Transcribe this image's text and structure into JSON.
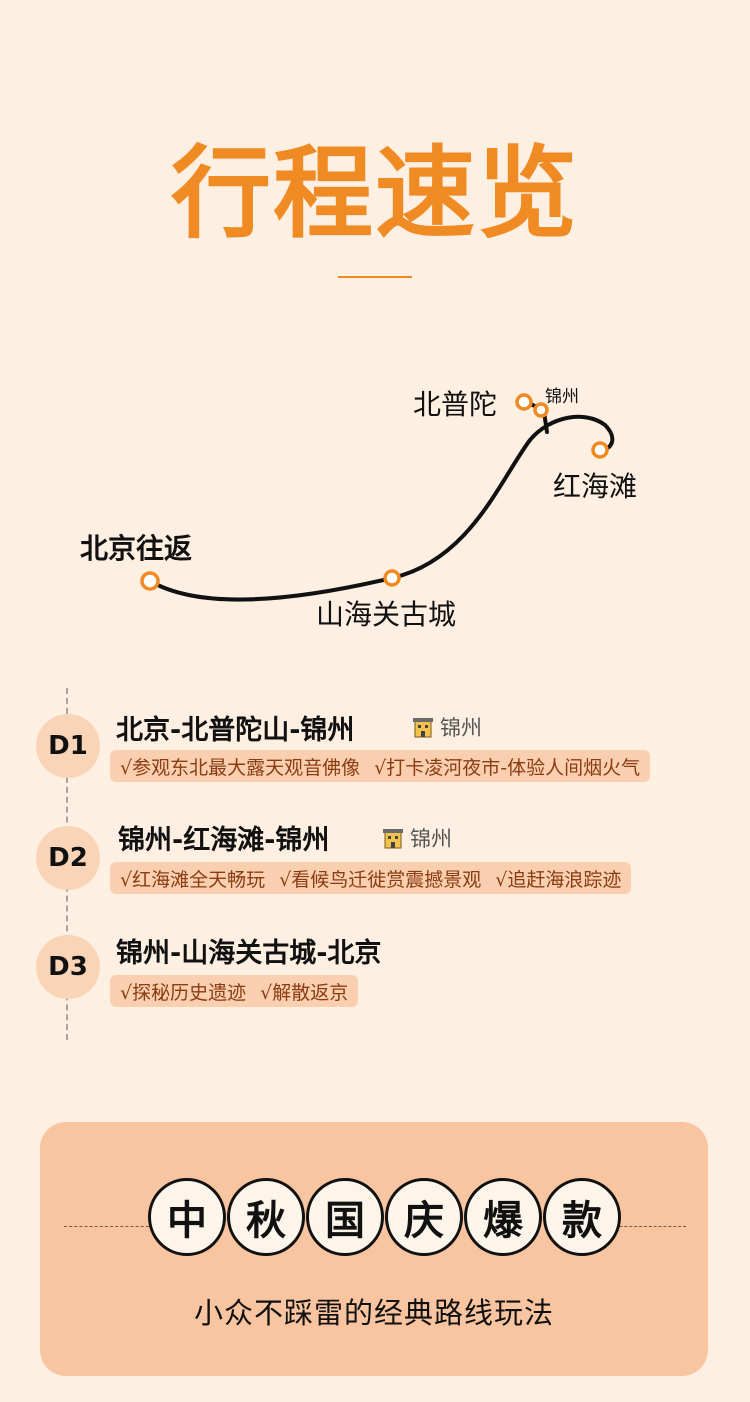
{
  "title": "行程速览",
  "map": {
    "stops": [
      {
        "label": "北京往返"
      },
      {
        "label": "山海关古城"
      },
      {
        "label": "北普陀"
      },
      {
        "label": "锦州"
      },
      {
        "label": "红海滩"
      }
    ]
  },
  "itinerary": [
    {
      "day": "D1",
      "title": "北京-北普陀山-锦州",
      "hotel": "锦州",
      "hotel_icon": "hotel-icon",
      "tags": [
        "√参观东北最大露天观音佛像",
        "√打卡凌河夜市-体验人间烟火气"
      ]
    },
    {
      "day": "D2",
      "title": "锦州-红海滩-锦州",
      "hotel": "锦州",
      "hotel_icon": "hotel-icon",
      "tags": [
        "√红海滩全天畅玩",
        "√看候鸟迁徙赏震撼景观",
        "√追赶海浪踪迹"
      ]
    },
    {
      "day": "D3",
      "title": "锦州-山海关古城-北京",
      "tags": [
        "√探秘历史遗迹",
        "√解散返京"
      ]
    }
  ],
  "promo": {
    "badges": [
      "中",
      "秋",
      "国",
      "庆",
      "爆",
      "款"
    ],
    "subtitle": "小众不踩雷的经典路线玩法"
  },
  "colors": {
    "accent": "#f08a22",
    "background": "#fdefe2",
    "tag_bg": "#f9cfb0",
    "promo_bg": "#f9c5a0"
  }
}
